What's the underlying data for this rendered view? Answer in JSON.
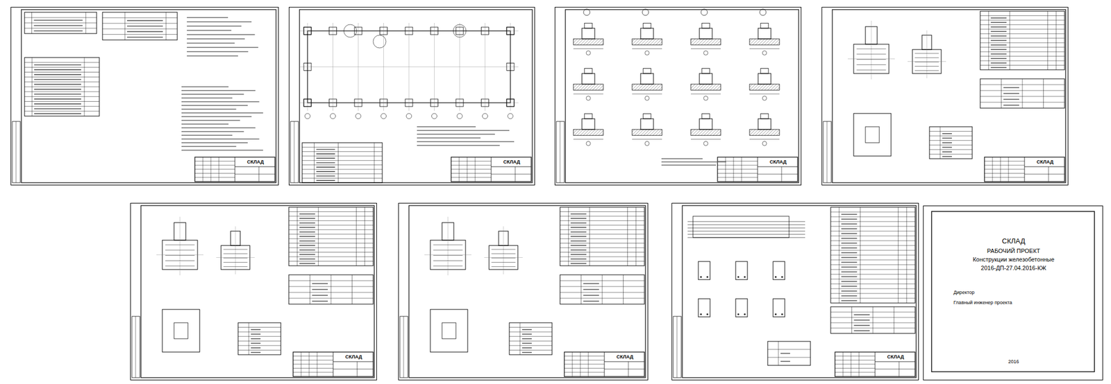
{
  "diagram": {
    "nodes": [
      {
        "text": [
          "СКЛАД"
        ]
      },
      {
        "text": [
          "СКЛАД"
        ]
      },
      {
        "text": [
          "СКЛАД"
        ]
      },
      {
        "text": [
          "СКЛАД"
        ]
      },
      {
        "text": [
          "СКЛАД"
        ]
      },
      {
        "text": [
          "СКЛАД"
        ]
      },
      {
        "text": [
          "СКЛАД"
        ]
      },
      {
        "text": [
          "СКЛАД",
          "РАБОЧИЙ ПРОЕКТ",
          "Конструкции железобетонные",
          "2016-ДП-27.04.2016-КЖ",
          "Директор",
          "Главный инженер проекта",
          "2016"
        ]
      }
    ]
  }
}
